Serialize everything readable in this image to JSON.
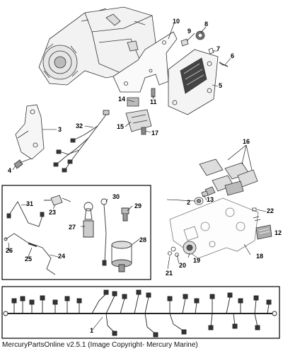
{
  "diagram": {
    "callouts": [
      "1",
      "2",
      "3",
      "4",
      "5",
      "6",
      "7",
      "8",
      "9",
      "10",
      "11",
      "12",
      "13",
      "14",
      "15",
      "16",
      "17",
      "18",
      "19",
      "20",
      "21",
      "22",
      "23",
      "24",
      "25",
      "26",
      "27",
      "28",
      "29",
      "30",
      "31",
      "32"
    ]
  },
  "footer": {
    "text": "MercuryPartsOnline v2.5.1 (Image Copyright- Mercury Marine)"
  },
  "colors": {
    "line": "#000000",
    "gray": "#888888",
    "light_gray": "#cccccc",
    "background": "#ffffff"
  }
}
